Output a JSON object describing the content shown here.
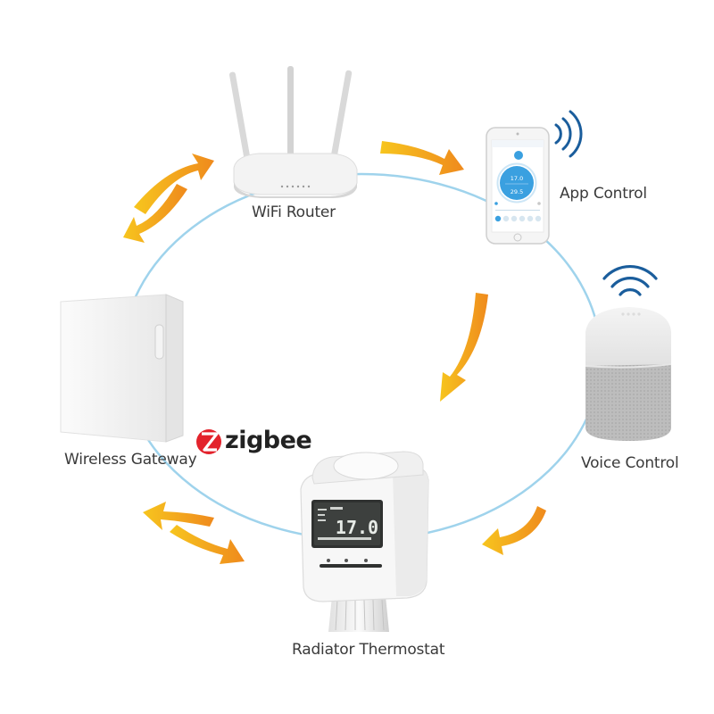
{
  "diagram": {
    "nodes": {
      "router": "WiFi Router",
      "app": "App Control",
      "voice": "Voice Control",
      "thermostat": "Radiator Thermostat",
      "gateway": "Wireless Gateway"
    },
    "zigbee_logo": "zigbee",
    "app_screen": {
      "set_temp": "17.0",
      "current_temp": "29.5"
    },
    "thermostat_display": "17.0"
  },
  "colors": {
    "ring": "#9fd3ec",
    "arrow_light": "#f7c51e",
    "arrow_dark": "#ef8a1d",
    "app_accent": "#3aa0e0",
    "zigbee_red": "#e3232c",
    "label_text": "#3a3a3a"
  }
}
